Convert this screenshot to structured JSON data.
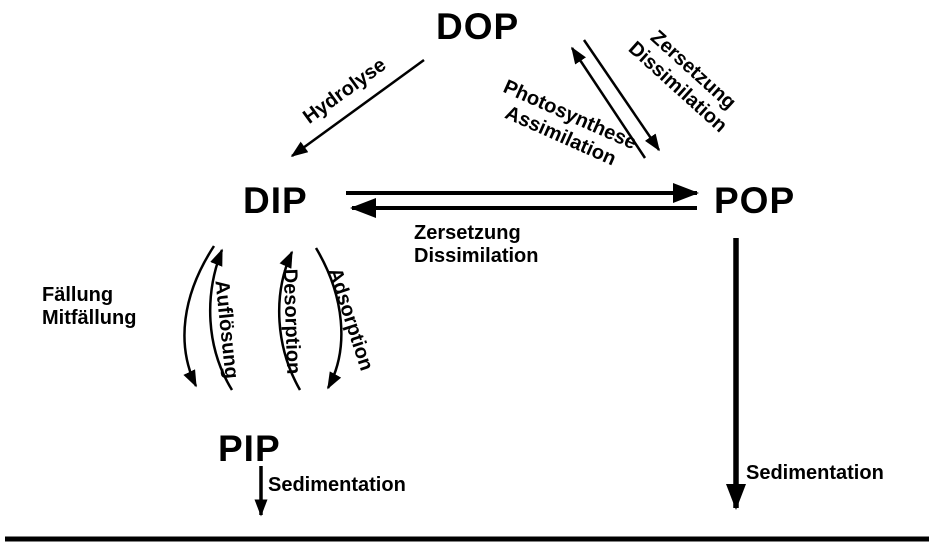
{
  "diagram": {
    "nodes": {
      "dop": "DOP",
      "dip": "DIP",
      "pop": "POP",
      "pip": "PIP"
    },
    "labels": {
      "hydrolysis": "Hydrolyse",
      "decomposition_top": "Zersetzung\nDissimilation",
      "photosynthesis": "Photosynthese\nAssimilation",
      "decomposition_mid": "Zersetzung\nDissimilation",
      "precipitation": "Fällung\nMitfällung",
      "dissolution": "Auflösung",
      "desorption": "Desorption",
      "adsorption": "Adsorption",
      "sedimentation_left": "Sedimentation",
      "sedimentation_right": "Sedimentation"
    },
    "colors": {
      "ink": "#000000",
      "background": "#ffffff"
    }
  }
}
